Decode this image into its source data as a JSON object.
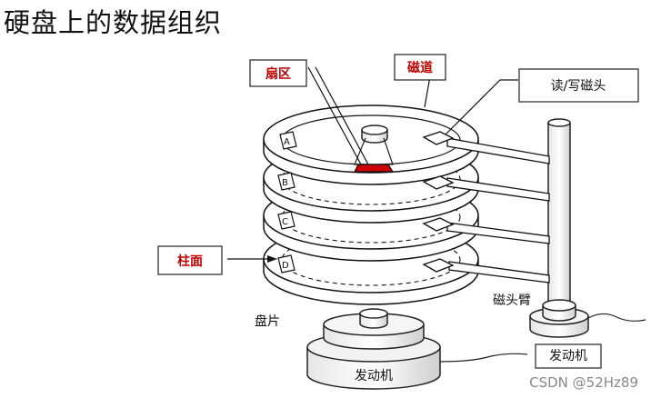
{
  "page": {
    "title": "硬盘上的数据组织",
    "watermark": "CSDN @52Hz89"
  },
  "labels": {
    "sector": "扇区",
    "track": "磁道",
    "rw_head": "读/写磁头",
    "cylinder": "柱面",
    "arm": "磁头臂",
    "platter": "盘片",
    "motor_main": "发动机",
    "motor_arm": "发动机"
  },
  "platter_letters": [
    "A",
    "B",
    "C",
    "D"
  ],
  "colors": {
    "highlight": "#cc0000",
    "label_text": "#c00000",
    "stroke": "#111111"
  }
}
